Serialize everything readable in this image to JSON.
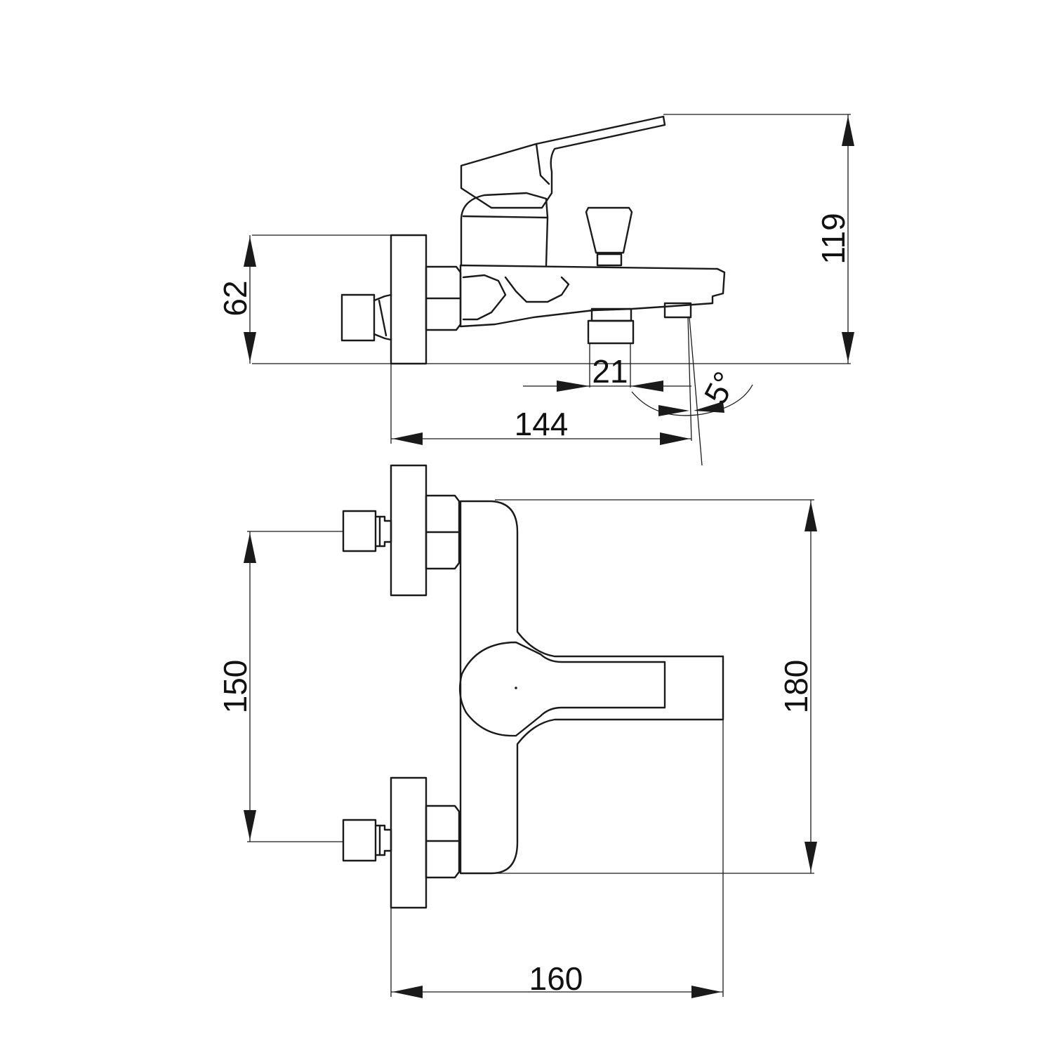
{
  "dimensions": {
    "height_total": "119",
    "height_inlet": "62",
    "spout_outlet": "21",
    "spout_angle": "5°",
    "projection": "144",
    "inlet_spacing": "150",
    "body_height": "180",
    "body_width": "160"
  },
  "colors": {
    "line": "#1a1a1a",
    "background": "#ffffff"
  }
}
